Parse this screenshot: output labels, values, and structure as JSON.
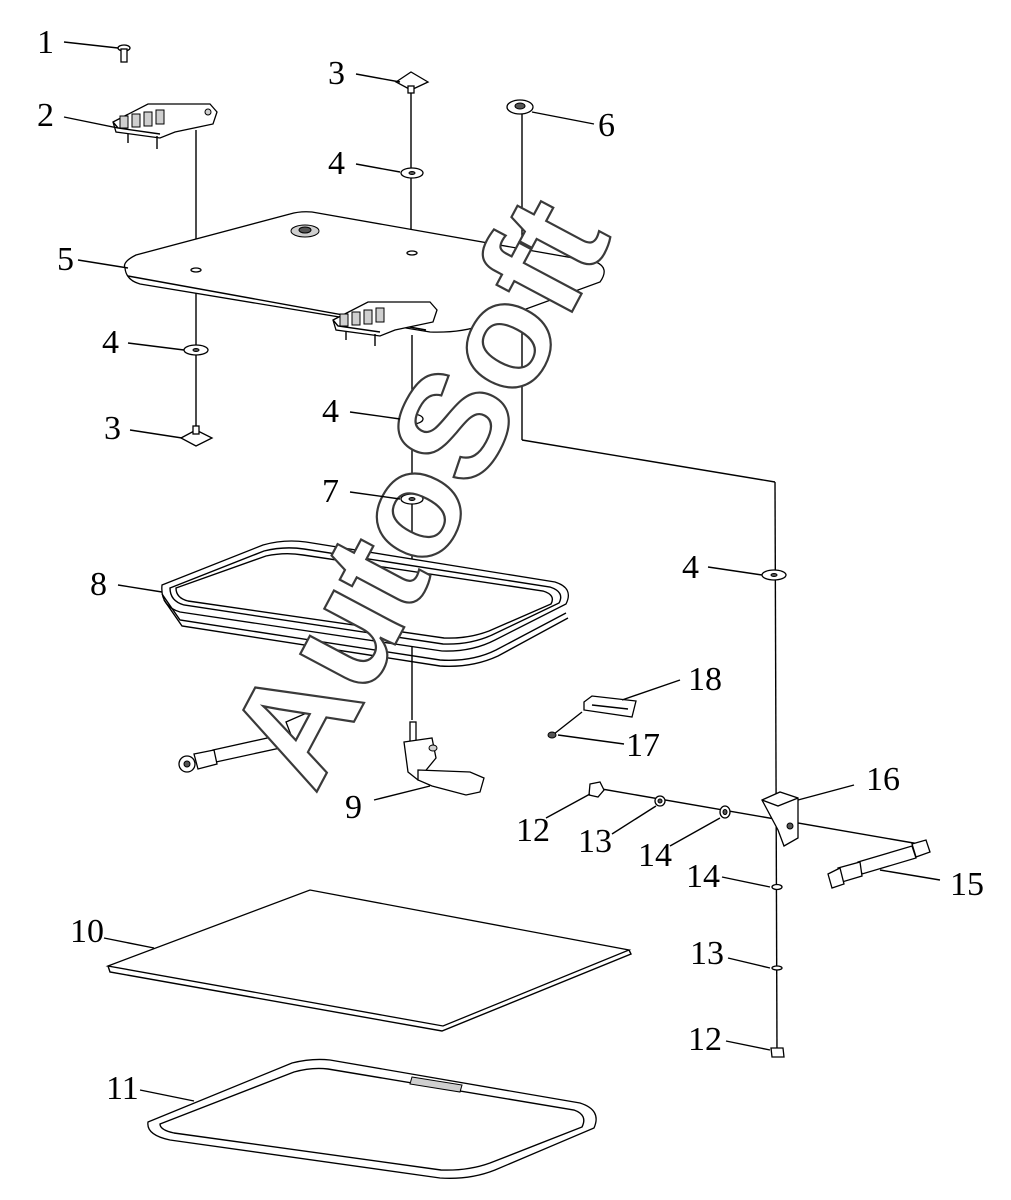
{
  "diagram": {
    "watermark": "AutoSoft",
    "callouts": [
      {
        "id": "c1",
        "text": "1"
      },
      {
        "id": "c2",
        "text": "2"
      },
      {
        "id": "c3a",
        "text": "3"
      },
      {
        "id": "c3b",
        "text": "3"
      },
      {
        "id": "c4a",
        "text": "4"
      },
      {
        "id": "c4b",
        "text": "4"
      },
      {
        "id": "c4c",
        "text": "4"
      },
      {
        "id": "c4d",
        "text": "4"
      },
      {
        "id": "c5",
        "text": "5"
      },
      {
        "id": "c6",
        "text": "6"
      },
      {
        "id": "c7",
        "text": "7"
      },
      {
        "id": "c8",
        "text": "8"
      },
      {
        "id": "c9",
        "text": "9"
      },
      {
        "id": "c10",
        "text": "10"
      },
      {
        "id": "c11",
        "text": "11"
      },
      {
        "id": "c12a",
        "text": "12"
      },
      {
        "id": "c12b",
        "text": "12"
      },
      {
        "id": "c13a",
        "text": "13"
      },
      {
        "id": "c13b",
        "text": "13"
      },
      {
        "id": "c14a",
        "text": "14"
      },
      {
        "id": "c14b",
        "text": "14"
      },
      {
        "id": "c15",
        "text": "15"
      },
      {
        "id": "c16",
        "text": "16"
      },
      {
        "id": "c17",
        "text": "17"
      },
      {
        "id": "c18",
        "text": "18"
      }
    ]
  }
}
